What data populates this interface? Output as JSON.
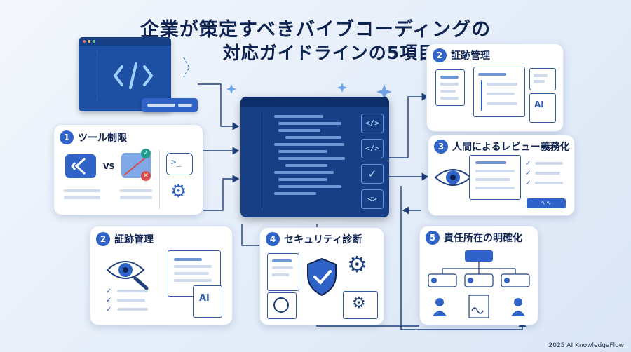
{
  "title": {
    "line1": "企業が策定すべきバイブコーディングの",
    "line2": "対応ガイドラインの5項目"
  },
  "items": [
    {
      "num": "1",
      "label": "ツール制限"
    },
    {
      "num": "2",
      "label": "証跡管理"
    },
    {
      "num": "2",
      "label": "証跡管理"
    },
    {
      "num": "3",
      "label": "人間によるレビュー義務化"
    },
    {
      "num": "4",
      "label": "セキュリティ診断"
    },
    {
      "num": "5",
      "label": "責任所在の明確化"
    }
  ],
  "vs_text": "VS",
  "ai_label": "AI",
  "footer": "2025 AI KnowledgeFlow",
  "colors": {
    "accent": "#2f63c7",
    "navy": "#0f2350",
    "check": "#1f9d8f",
    "error": "#d94c4c"
  }
}
